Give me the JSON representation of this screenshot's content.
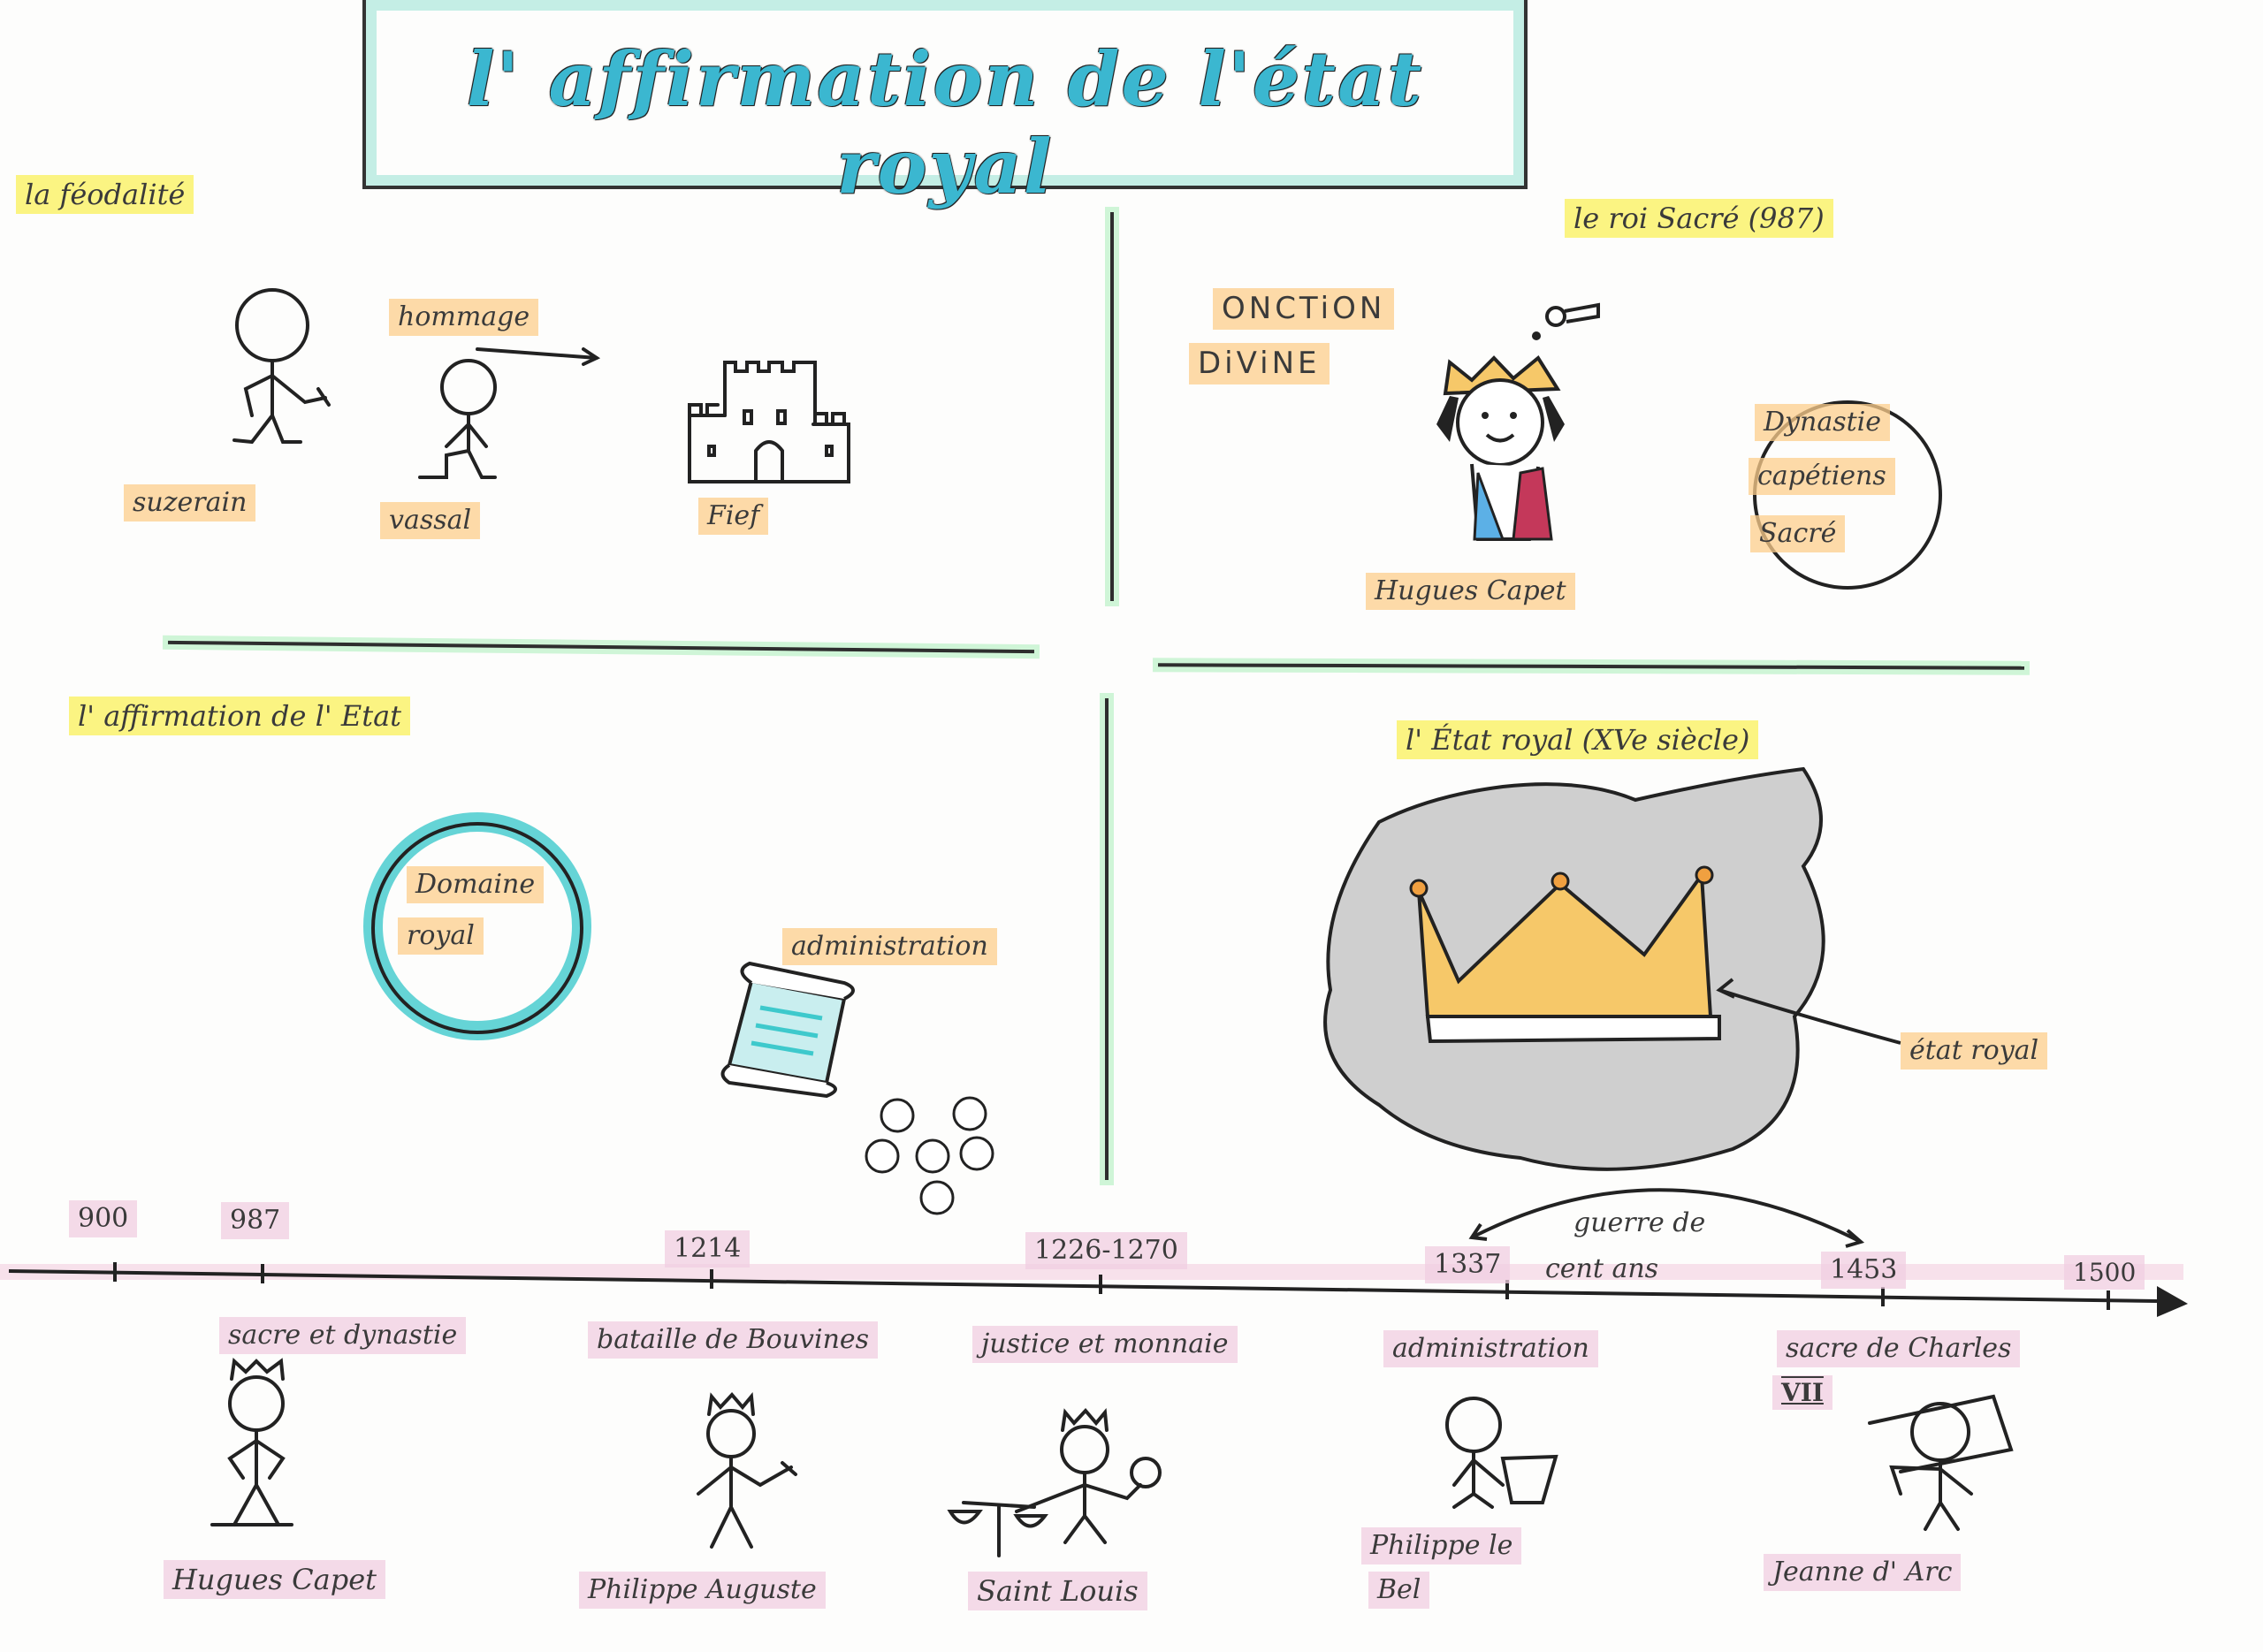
{
  "title": "l' affirmation de l'état royal",
  "sections": {
    "feodalite": {
      "heading": "la féodalité",
      "hommage": "hommage",
      "suzerain": "suzerain",
      "vassal": "vassal",
      "fief": "Fief"
    },
    "roi_sacre": {
      "heading": "le roi Sacré (987)",
      "onction": "ONCTiON",
      "divine": "DiViNE",
      "hugues": "Hugues Capet",
      "dynastie": "Dynastie",
      "capetiens": "capétiens",
      "sacre": "Sacré"
    },
    "affirmation": {
      "heading": "l' affirmation de l' Etat",
      "domaine": "Domaine",
      "royal": "royal",
      "administration": "administration"
    },
    "etat_royal": {
      "heading": "l' État royal (XVe siècle)",
      "label": "état royal"
    }
  },
  "timeline": {
    "dates": [
      "900",
      "987",
      "1214",
      "1226-1270",
      "1337",
      "1453",
      "1500"
    ],
    "guerre_line1": "guerre de",
    "guerre_line2": "cent ans",
    "events": [
      "sacre et dynastie",
      "bataille de Bouvines",
      "justice et monnaie",
      "administration",
      "sacre de Charles"
    ],
    "event_extra": "VII",
    "people": [
      "Hugues Capet",
      "Philippe Auguste",
      "Saint Louis",
      "Philippe le",
      "Bel",
      "Jeanne d' Arc"
    ]
  },
  "colors": {
    "title": "#3bb7d0",
    "highlight_yellow": "#faf05a",
    "highlight_orange": "#fccd8c",
    "highlight_pink": "#f0cde1",
    "green_marker": "#96ebaa",
    "teal_marker": "#3ec9cc"
  }
}
